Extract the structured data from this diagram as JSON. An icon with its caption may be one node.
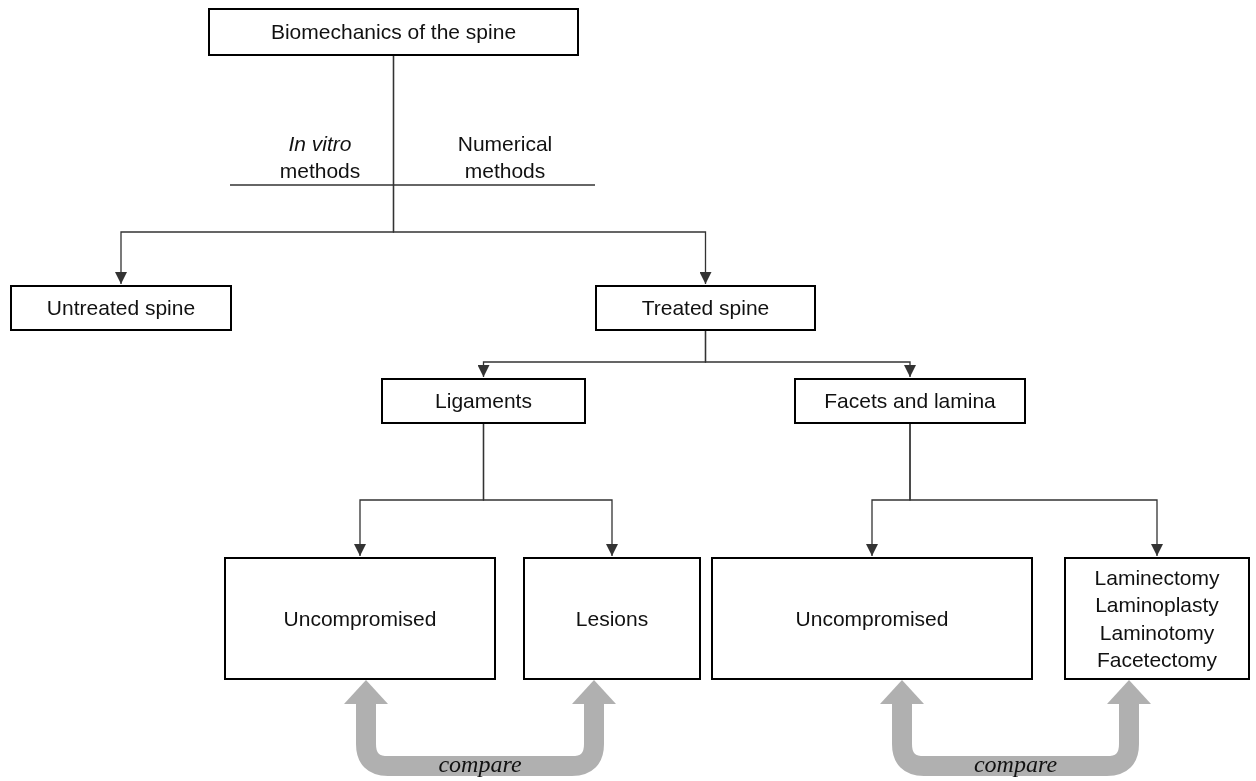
{
  "diagram": {
    "nodes": [
      {
        "text": [
          "Biomechanics of the spine"
        ]
      },
      {
        "text": [
          "Untreated spine"
        ]
      },
      {
        "text": [
          "Treated spine"
        ]
      },
      {
        "text": [
          "Ligaments"
        ]
      },
      {
        "text": [
          "Facets and lamina"
        ]
      },
      {
        "text": [
          "Uncompromised"
        ]
      },
      {
        "text": [
          "Lesions"
        ]
      },
      {
        "text": [
          "Uncompromised"
        ]
      },
      {
        "text": [
          "Laminectomy Laminoplasty Laminotomy Facetectomy"
        ]
      }
    ],
    "edges": [
      {
        "from": 0,
        "to": 1,
        "arrow": "to"
      },
      {
        "from": 0,
        "to": 2,
        "arrow": "to"
      },
      {
        "from": 2,
        "to": 3,
        "arrow": "to"
      },
      {
        "from": 2,
        "to": 4,
        "arrow": "to"
      },
      {
        "from": 3,
        "to": 5,
        "arrow": "to"
      },
      {
        "from": 3,
        "to": 6,
        "arrow": "to"
      },
      {
        "from": 4,
        "to": 7,
        "arrow": "to"
      },
      {
        "from": 4,
        "to": 8,
        "arrow": "to"
      },
      {
        "from": 5,
        "to": 6,
        "arrow": "both",
        "label": "compare",
        "style": "thick",
        "color": "#b0b0b0"
      },
      {
        "from": 7,
        "to": 8,
        "arrow": "both",
        "label": "compare",
        "style": "thick",
        "color": "#b0b0b0"
      }
    ],
    "labels": [
      "*In vitro* methods",
      "Numerical methods"
    ]
  }
}
